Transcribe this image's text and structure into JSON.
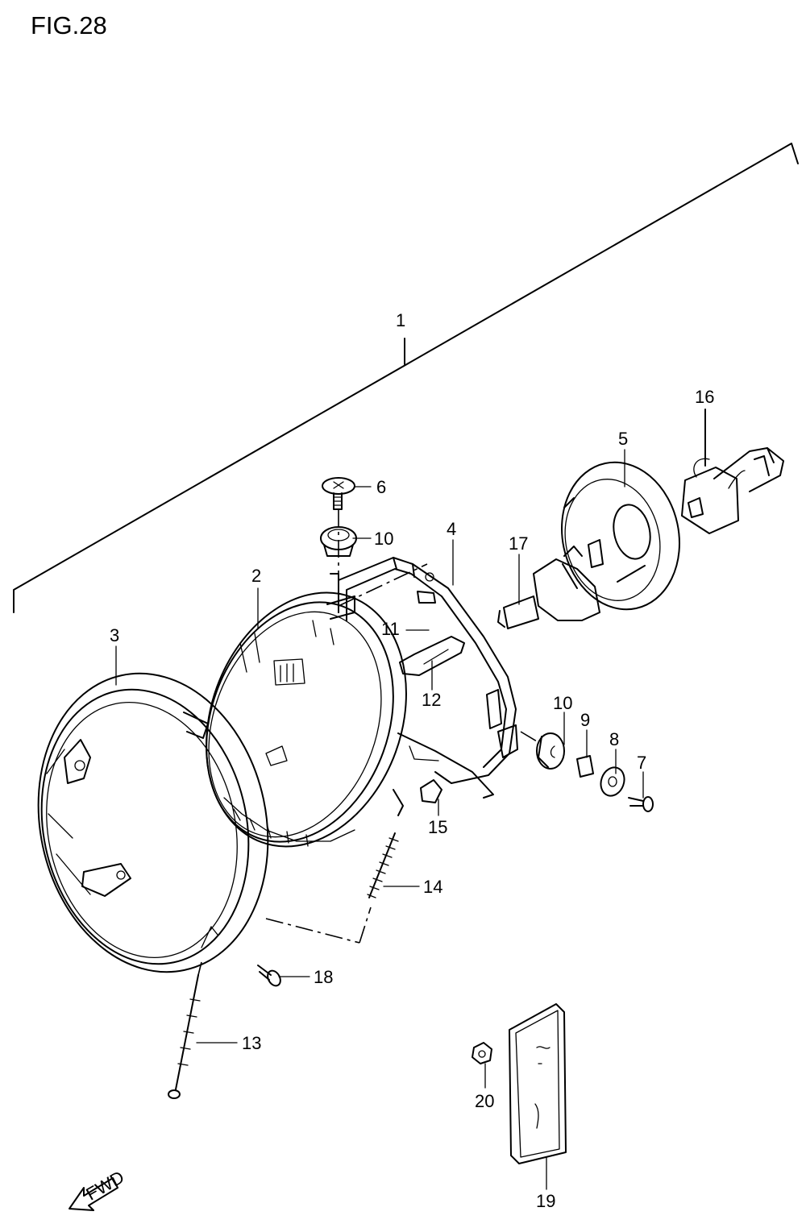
{
  "figure_title": "FIG.28",
  "direction_label": "FWD",
  "parts": [
    {
      "key": "p1",
      "label": "1"
    },
    {
      "key": "p2",
      "label": "2"
    },
    {
      "key": "p3",
      "label": "3"
    },
    {
      "key": "p4",
      "label": "4"
    },
    {
      "key": "p5",
      "label": "5"
    },
    {
      "key": "p6",
      "label": "6"
    },
    {
      "key": "p7",
      "label": "7"
    },
    {
      "key": "p8",
      "label": "8"
    },
    {
      "key": "p9",
      "label": "9"
    },
    {
      "key": "p10a",
      "label": "10"
    },
    {
      "key": "p10b",
      "label": "10"
    },
    {
      "key": "p11",
      "label": "11"
    },
    {
      "key": "p12",
      "label": "12"
    },
    {
      "key": "p13",
      "label": "13"
    },
    {
      "key": "p14",
      "label": "14"
    },
    {
      "key": "p15",
      "label": "15"
    },
    {
      "key": "p16",
      "label": "16"
    },
    {
      "key": "p17",
      "label": "17"
    },
    {
      "key": "p18",
      "label": "18"
    },
    {
      "key": "p19",
      "label": "19"
    },
    {
      "key": "p20",
      "label": "20"
    }
  ]
}
